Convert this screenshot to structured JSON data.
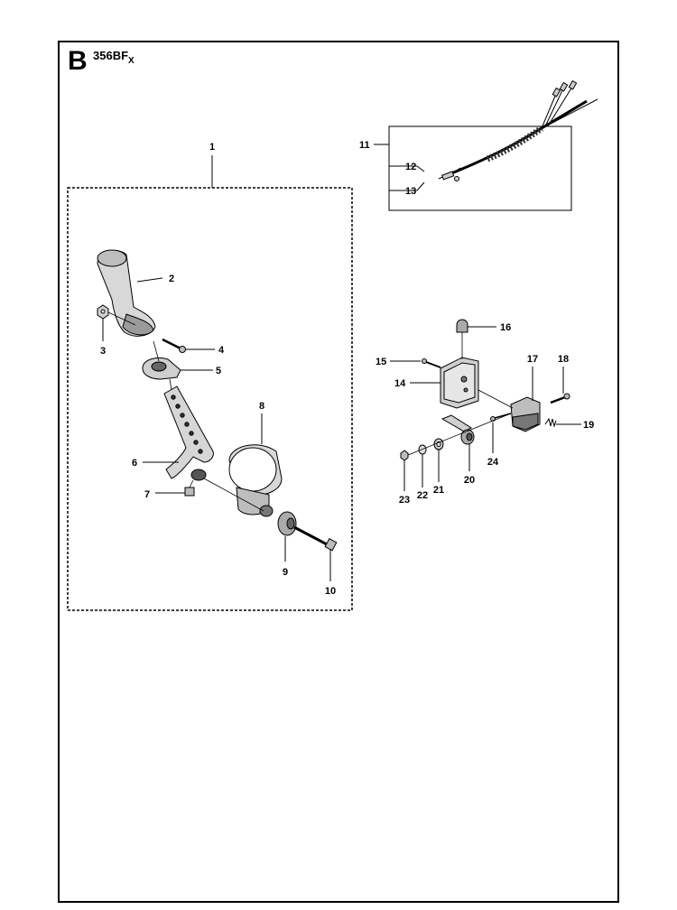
{
  "header": {
    "section_letter": "B",
    "model": "356BF",
    "model_subscript": "X"
  },
  "parts": [
    {
      "id": "1",
      "label": "1"
    },
    {
      "id": "2",
      "label": "2"
    },
    {
      "id": "3",
      "label": "3"
    },
    {
      "id": "4",
      "label": "4"
    },
    {
      "id": "5",
      "label": "5"
    },
    {
      "id": "6",
      "label": "6"
    },
    {
      "id": "7",
      "label": "7"
    },
    {
      "id": "8",
      "label": "8"
    },
    {
      "id": "9",
      "label": "9"
    },
    {
      "id": "10",
      "label": "10"
    },
    {
      "id": "11",
      "label": "11"
    },
    {
      "id": "12",
      "label": "12"
    },
    {
      "id": "13",
      "label": "13"
    },
    {
      "id": "14",
      "label": "14"
    },
    {
      "id": "15",
      "label": "15"
    },
    {
      "id": "16",
      "label": "16"
    },
    {
      "id": "17",
      "label": "17"
    },
    {
      "id": "18",
      "label": "18"
    },
    {
      "id": "19",
      "label": "19"
    },
    {
      "id": "20",
      "label": "20"
    },
    {
      "id": "21",
      "label": "21"
    },
    {
      "id": "22",
      "label": "22"
    },
    {
      "id": "23",
      "label": "23"
    },
    {
      "id": "24",
      "label": "24"
    }
  ]
}
